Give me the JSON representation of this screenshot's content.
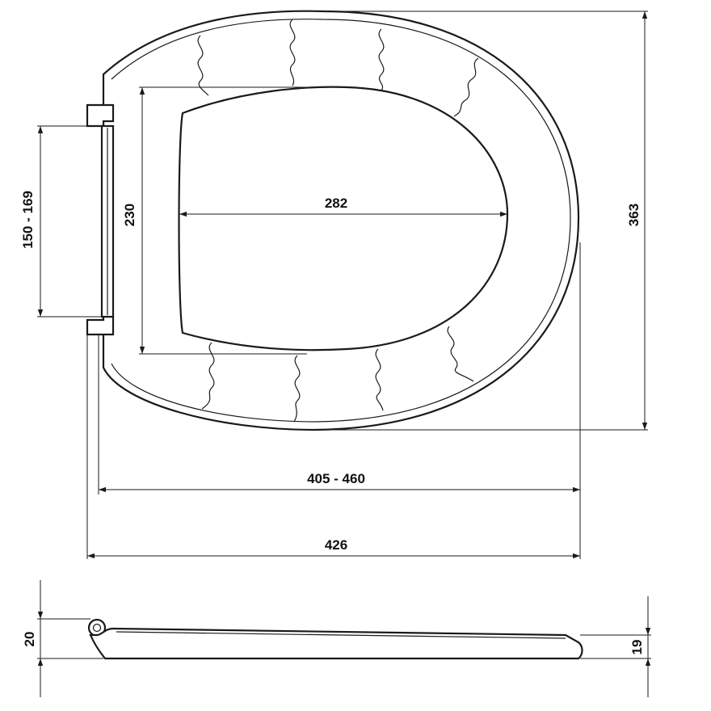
{
  "diagram": {
    "top_view": {
      "dimensions": {
        "opening_width": "282",
        "opening_length": "230",
        "hinge_spacing": "150 - 169",
        "seat_width_total": "363",
        "fixing_to_front": "405 - 460",
        "seat_length_total": "426"
      }
    },
    "side_view": {
      "dimensions": {
        "height_at_hinge": "20",
        "height_at_front": "19"
      }
    }
  }
}
